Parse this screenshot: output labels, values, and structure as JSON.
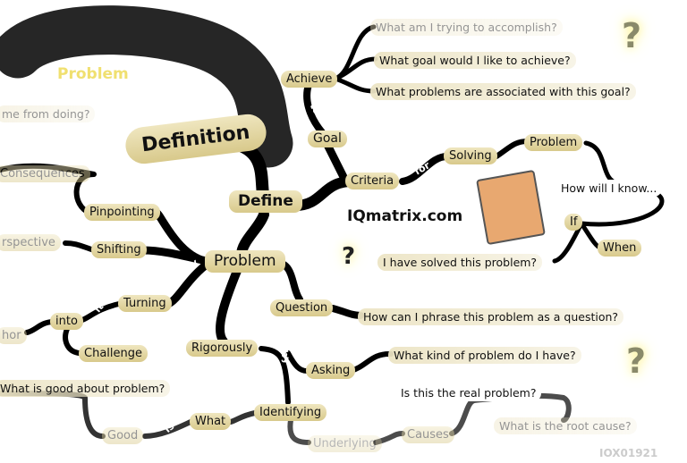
{
  "central": {
    "title": "Problem",
    "definition": "Definition",
    "define": "Define",
    "problem": "Problem"
  },
  "goal_branch": {
    "achieve": "Achieve",
    "to": "to",
    "goal": "Goal",
    "questions": [
      "What am I trying to accomplish?",
      "What goal would I like to achieve?",
      "What problems are associated with this goal?"
    ]
  },
  "criteria_branch": {
    "criteria": "Criteria",
    "for": "for",
    "solving": "Solving",
    "problem": "Problem",
    "how": "How will I know...",
    "if": "If",
    "when": "When",
    "solved": "I have solved this problem?"
  },
  "brand": "IQmatrix.com",
  "left_branch": {
    "doing": "me from doing?",
    "consequences": "Consequences",
    "pinpointing": "Pinpointing",
    "perspective": "rspective",
    "shifting": "Shifting",
    "by": "by",
    "turning": "Turning",
    "it": "it",
    "into": "into",
    "hor": "hor",
    "challenge": "Challenge"
  },
  "question_branch": {
    "as": "as",
    "question": "Question",
    "phrase": "How can I phrase this problem as a question?"
  },
  "rigor_branch": {
    "rigorously": "Rigorously",
    "by": "by",
    "asking": "Asking",
    "kind": "What kind of problem do I have?",
    "identifying": "Identifying",
    "what": "What",
    "is": "is",
    "good": "Good",
    "good_q": "What is good about problem?",
    "real": "Is this the real problem?",
    "root": "What is the root cause?",
    "causes": "Causes",
    "underlying": "Underlying"
  },
  "watermark": "IOX01921",
  "colors": {
    "branch": "#000000",
    "node": "#e4d8a6",
    "accent": "#f2e04a"
  }
}
